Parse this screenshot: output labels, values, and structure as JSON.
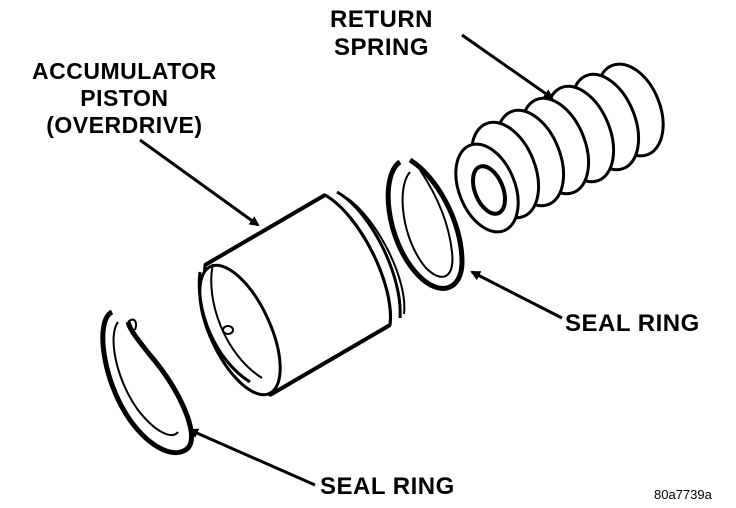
{
  "labels": {
    "return_spring": [
      "RETURN",
      "SPRING"
    ],
    "accumulator_piston": [
      "ACCUMULATOR",
      "PISTON",
      "(OVERDRIVE)"
    ],
    "seal_ring_upper": "SEAL RING",
    "seal_ring_lower": "SEAL RING"
  },
  "figure_id": "80a7739a",
  "colors": {
    "ink": "#000000",
    "paper": "#ffffff"
  }
}
